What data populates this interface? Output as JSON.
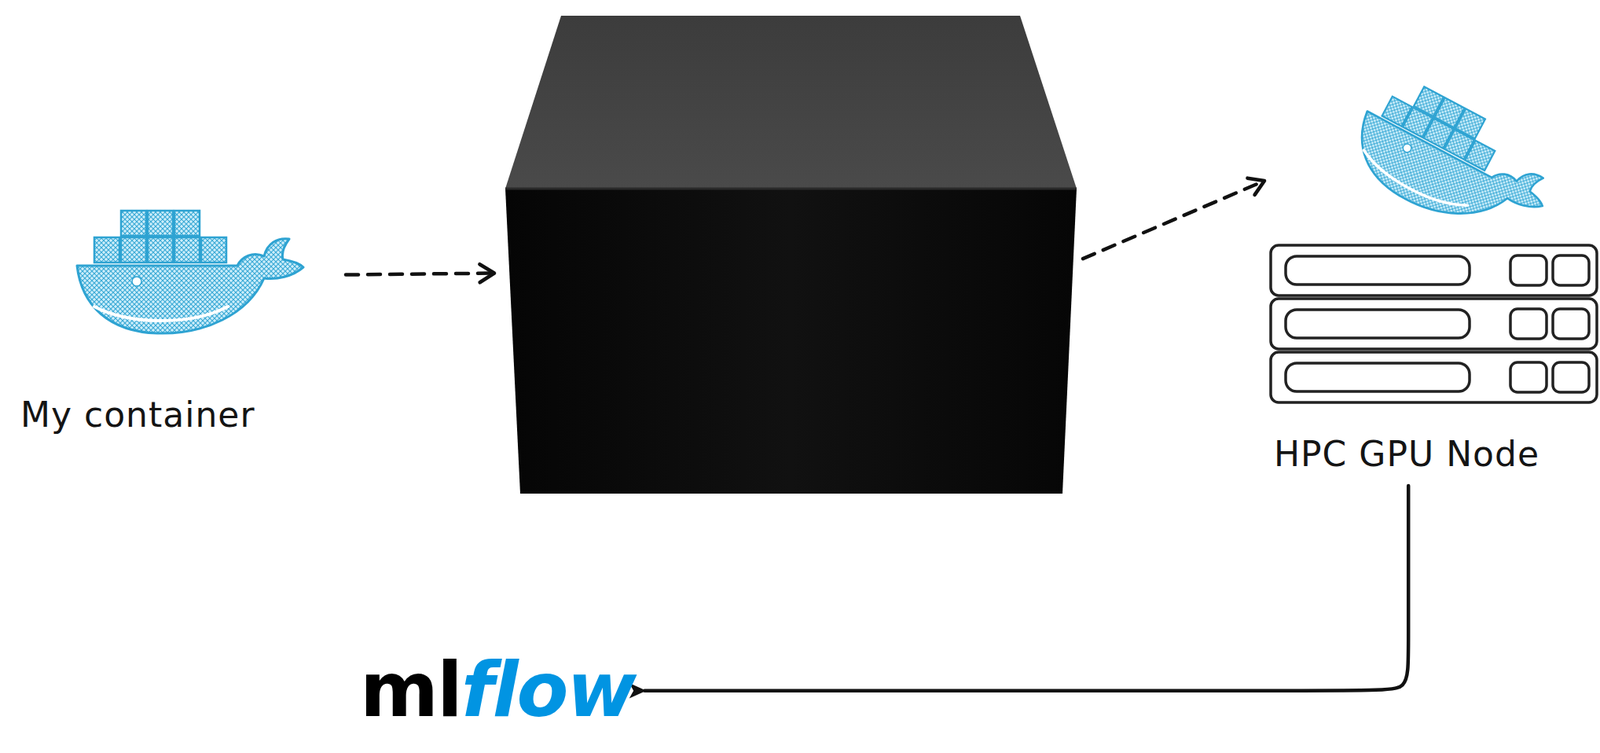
{
  "diagram": {
    "nodes": [
      {
        "text": [
          "My container"
        ]
      },
      {
        "text": []
      },
      {
        "text": [
          "HPC GPU Node"
        ]
      },
      {
        "text": [
          "mlflow"
        ]
      }
    ],
    "edges": [
      {
        "from": 0,
        "to": 1,
        "arrow": "to"
      },
      {
        "from": 1,
        "to": 2,
        "arrow": "to"
      },
      {
        "from": 2,
        "to": 3,
        "arrow": "to"
      }
    ]
  }
}
